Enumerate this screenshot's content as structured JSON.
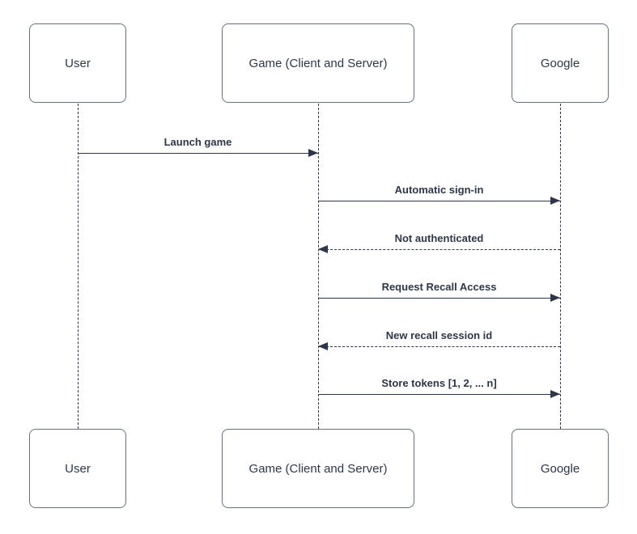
{
  "diagram": {
    "type": "sequence-diagram",
    "background_color": "#ffffff",
    "stroke_color": "#2d3748",
    "text_color": "#2d3748",
    "box_border_color": "#667080",
    "actors": [
      {
        "label": "User"
      },
      {
        "label": "Game (Client and Server)"
      },
      {
        "label": "Google"
      }
    ],
    "messages": [
      {
        "label": "Launch game",
        "from": "User",
        "to": "Game (Client and Server)",
        "line": "solid",
        "direction": "right"
      },
      {
        "label": "Automatic sign-in",
        "from": "Game (Client and Server)",
        "to": "Google",
        "line": "solid",
        "direction": "right"
      },
      {
        "label": "Not authenticated",
        "from": "Google",
        "to": "Game (Client and Server)",
        "line": "dashed",
        "direction": "left"
      },
      {
        "label": "Request Recall Access",
        "from": "Game (Client and Server)",
        "to": "Google",
        "line": "solid",
        "direction": "right"
      },
      {
        "label": "New recall session id",
        "from": "Google",
        "to": "Game (Client and Server)",
        "line": "dashed",
        "direction": "left"
      },
      {
        "label": "Store tokens [1, 2, ... n]",
        "from": "Game (Client and Server)",
        "to": "Google",
        "line": "solid",
        "direction": "right"
      }
    ]
  }
}
